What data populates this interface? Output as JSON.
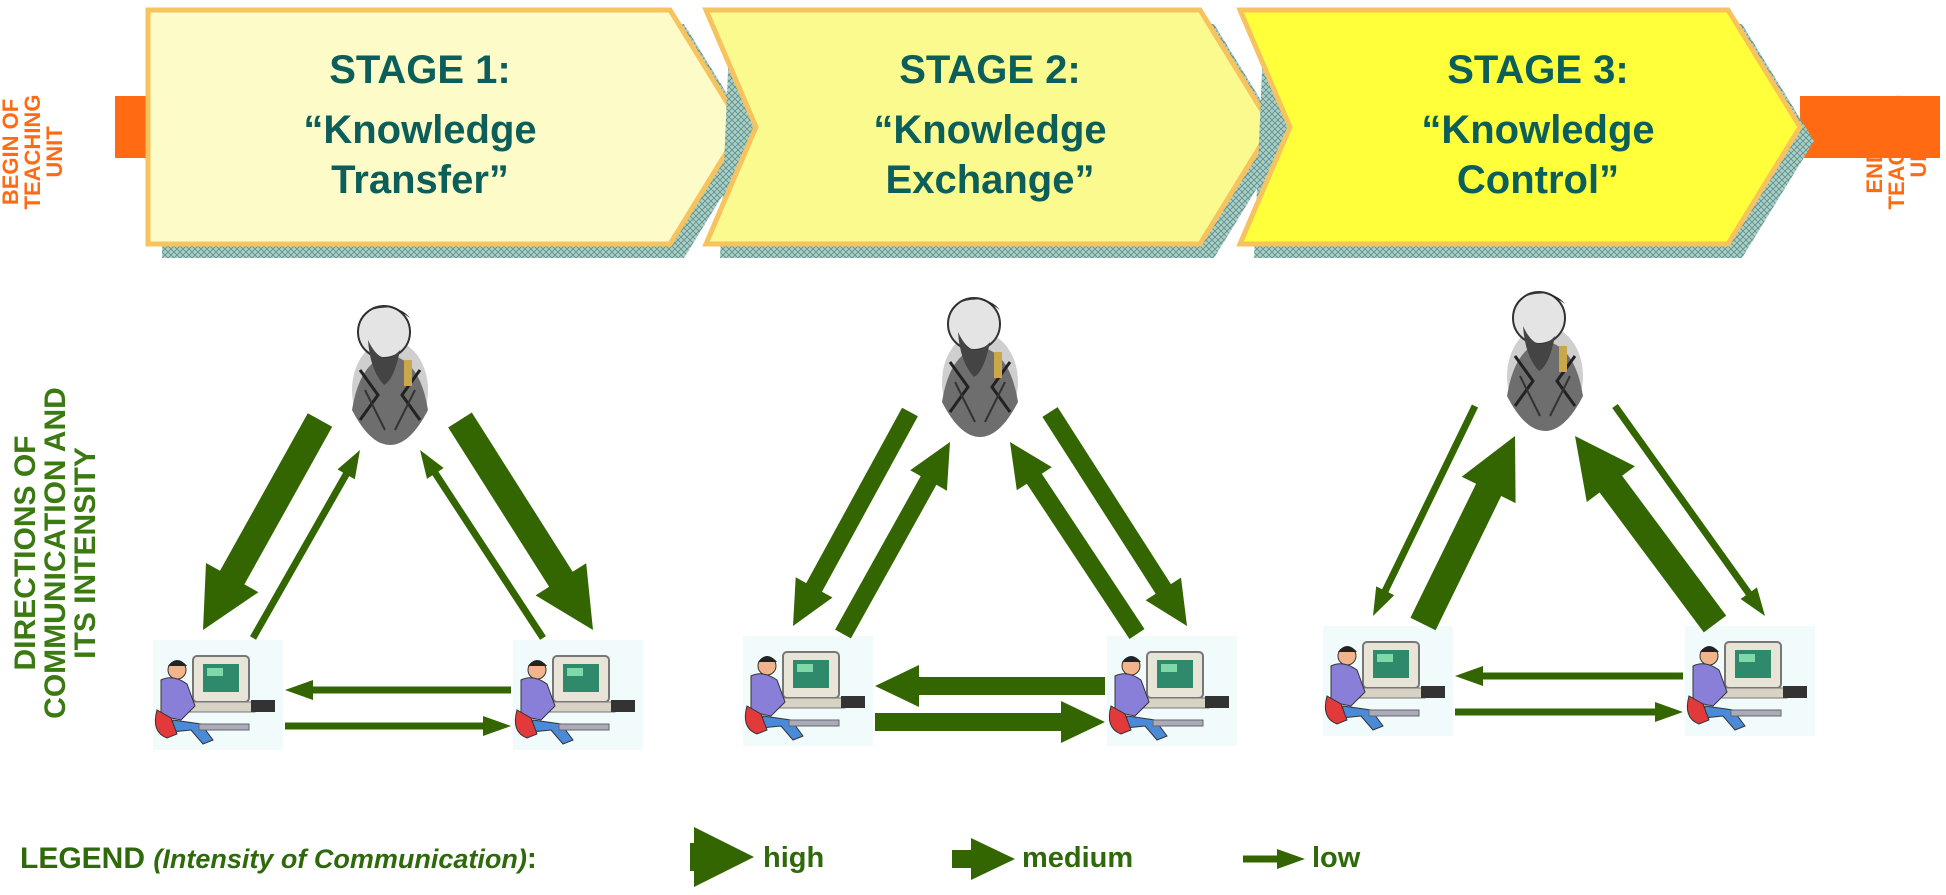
{
  "side_labels": {
    "begin": "BEGIN OF TEACHING UNIT",
    "end": "END OF TEACHING UNIT"
  },
  "stages": [
    {
      "title": "STAGE 1:",
      "name_line1": "“Knowledge",
      "name_line2": "Transfer”",
      "fill": "#fdfcc8"
    },
    {
      "title": "STAGE 2:",
      "name_line1": "“Knowledge",
      "name_line2": "Exchange”",
      "fill": "#fafa8e"
    },
    {
      "title": "STAGE 3:",
      "name_line1": "“Knowledge",
      "name_line2": "Control”",
      "fill": "#ffff3a"
    }
  ],
  "left_axis_label": "DIRECTIONS OF COMMUNICATION AND ITS INTENSITY",
  "legend": {
    "title": "LEGEND",
    "subtitle": "(Intensity of Communication)",
    "colon": ":",
    "items": [
      {
        "label": "high",
        "intensity": "high"
      },
      {
        "label": "medium",
        "intensity": "medium"
      },
      {
        "label": "low",
        "intensity": "low"
      }
    ]
  },
  "diagrams": [
    {
      "stage": 1,
      "teacher_to_student_left": "high",
      "student_left_to_teacher": "low",
      "teacher_to_student_right": "high",
      "student_right_to_teacher": "low",
      "student_right_to_student_left": "low",
      "student_left_to_student_right": "low"
    },
    {
      "stage": 2,
      "teacher_to_student_left": "medium",
      "student_left_to_teacher": "medium",
      "teacher_to_student_right": "medium",
      "student_right_to_teacher": "medium",
      "student_right_to_student_left": "medium",
      "student_left_to_student_right": "medium"
    },
    {
      "stage": 3,
      "teacher_to_student_left": "low",
      "student_left_to_teacher": "high",
      "teacher_to_student_right": "low",
      "student_right_to_teacher": "high",
      "student_right_to_student_left": "low",
      "student_left_to_student_right": "low"
    }
  ],
  "colors": {
    "arrow": "#336600",
    "stage_border": "#f6c35e",
    "stage_text": "#0b5e5a",
    "timeline": "#ff6a13",
    "shadow": "#8fb7b0"
  },
  "icons": [
    "teacher-portrait-icon",
    "student-computer-icon"
  ]
}
